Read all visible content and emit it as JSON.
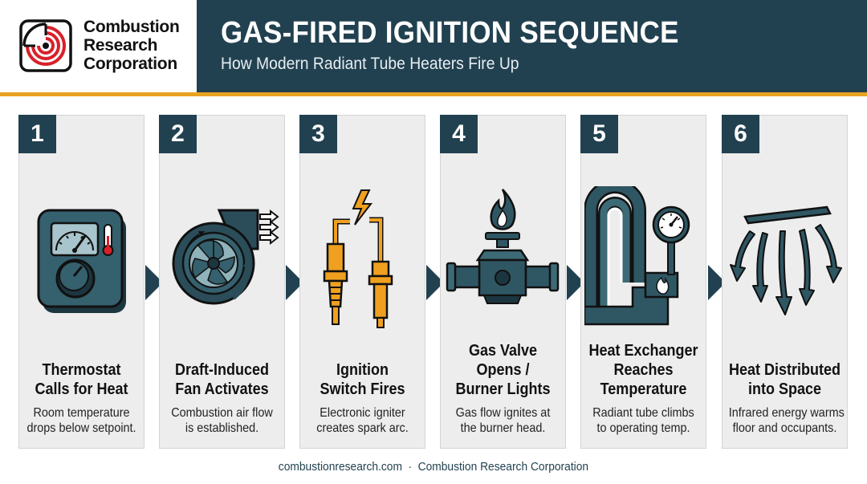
{
  "brand": {
    "name_lines": [
      "Combustion",
      "Research",
      "Corporation"
    ],
    "logo_icon": "concentric-arc-logo-icon"
  },
  "header": {
    "title": "GAS-FIRED IGNITION SEQUENCE",
    "subtitle": "How Modern Radiant Tube Heaters Fire Up"
  },
  "colors": {
    "header_bg": "#224150",
    "accent": "#e8a321",
    "brand_red": "#d8202a",
    "panel_bg": "#ededed",
    "icon_fill": "#2f5663",
    "icon_orange": "#f0a020"
  },
  "steps": [
    {
      "number": "1",
      "title_lines": [
        "Thermostat",
        "Calls for Heat"
      ],
      "desc_lines": [
        "Room temperature",
        "drops below setpoint."
      ],
      "icon": "thermostat-icon"
    },
    {
      "number": "2",
      "title_lines": [
        "Draft-Induced",
        "Fan Activates"
      ],
      "desc_lines": [
        "Combustion air flow",
        "is established."
      ],
      "icon": "blower-fan-icon"
    },
    {
      "number": "3",
      "title_lines": [
        "Ignition",
        "Switch Fires"
      ],
      "desc_lines": [
        "Electronic igniter",
        "creates spark arc."
      ],
      "icon": "spark-igniter-icon"
    },
    {
      "number": "4",
      "title_lines": [
        "Gas Valve",
        "Opens /",
        "Burner Lights"
      ],
      "desc_lines": [
        "Gas flow ignites at",
        "the burner head."
      ],
      "icon": "gas-valve-flame-icon"
    },
    {
      "number": "5",
      "title_lines": [
        "Heat Exchanger",
        "Reaches",
        "Temperature"
      ],
      "desc_lines": [
        "Radiant tube climbs",
        "to operating temp."
      ],
      "icon": "heat-exchanger-gauge-icon"
    },
    {
      "number": "6",
      "title_lines": [
        "Heat Distributed",
        "into Space"
      ],
      "desc_lines": [
        "Infrared energy warms",
        "floor and occupants."
      ],
      "icon": "radiant-heat-arrows-icon"
    }
  ],
  "footer": {
    "website": "combustionresearch.com",
    "separator": "·",
    "company": "Combustion Research Corporation"
  }
}
